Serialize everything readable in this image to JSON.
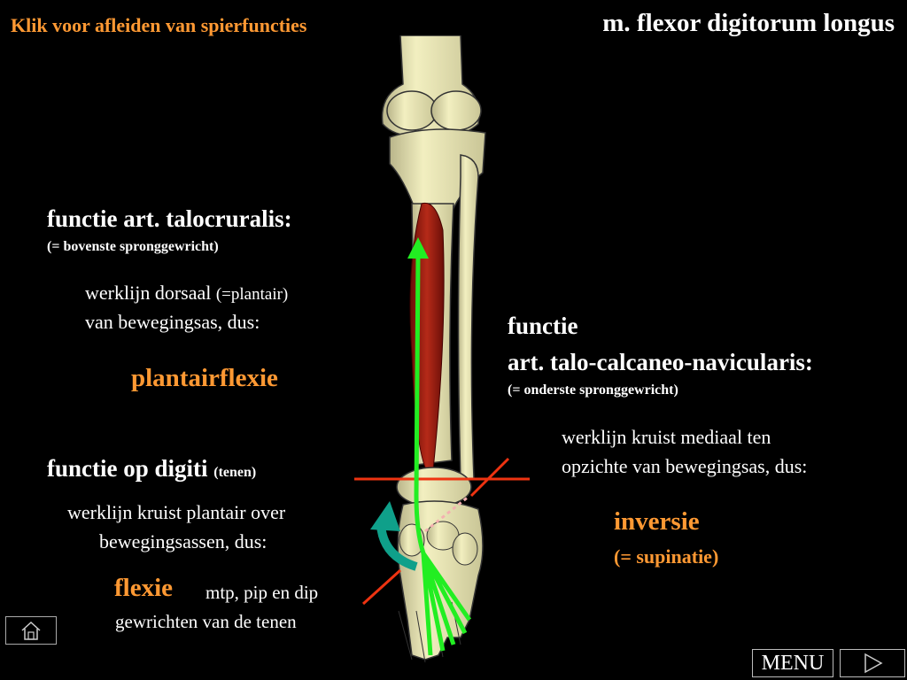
{
  "header": {
    "link_text": "Klik voor afleiden van spierfuncties",
    "title": "m. flexor digitorum longus"
  },
  "function_talocruralis": {
    "heading": "functie art. talocruralis:",
    "subheading": "(= bovenste spronggewricht)",
    "line1_main": "werklijn dorsaal ",
    "line1_small": "(=plantair)",
    "line2": "van bewegingsas, dus:",
    "result": "plantairflexie"
  },
  "function_talocalcaneo": {
    "heading_line1": "functie",
    "heading_line2": "art. talo-calcaneo-navicularis:",
    "subheading": "(= onderste spronggewricht)",
    "line1": "werklijn kruist mediaal ten",
    "line2": "opzichte van bewegingsas, dus:",
    "result1": "inversie",
    "result2": "(= supinatie)"
  },
  "function_digiti": {
    "heading_main": "functie op digiti ",
    "heading_small": "(tenen)",
    "line1": "werklijn kruist plantair over",
    "line2": "bewegingsassen, dus:",
    "result": "flexie",
    "note1": "mtp, pip en dip",
    "note2": "gewrichten van de tenen"
  },
  "nav": {
    "menu_label": "MENU",
    "home_icon": "home-icon",
    "next_icon": "play-triangle-icon"
  },
  "colors": {
    "background": "#000000",
    "accent_orange": "#ff9933",
    "line_of_action_green": "#22ee22",
    "axis_red": "#ee3311",
    "muscle_red": "#aa1a10",
    "bone": "#f0ecb0",
    "rotation_arrow_teal": "#0fa08a"
  }
}
